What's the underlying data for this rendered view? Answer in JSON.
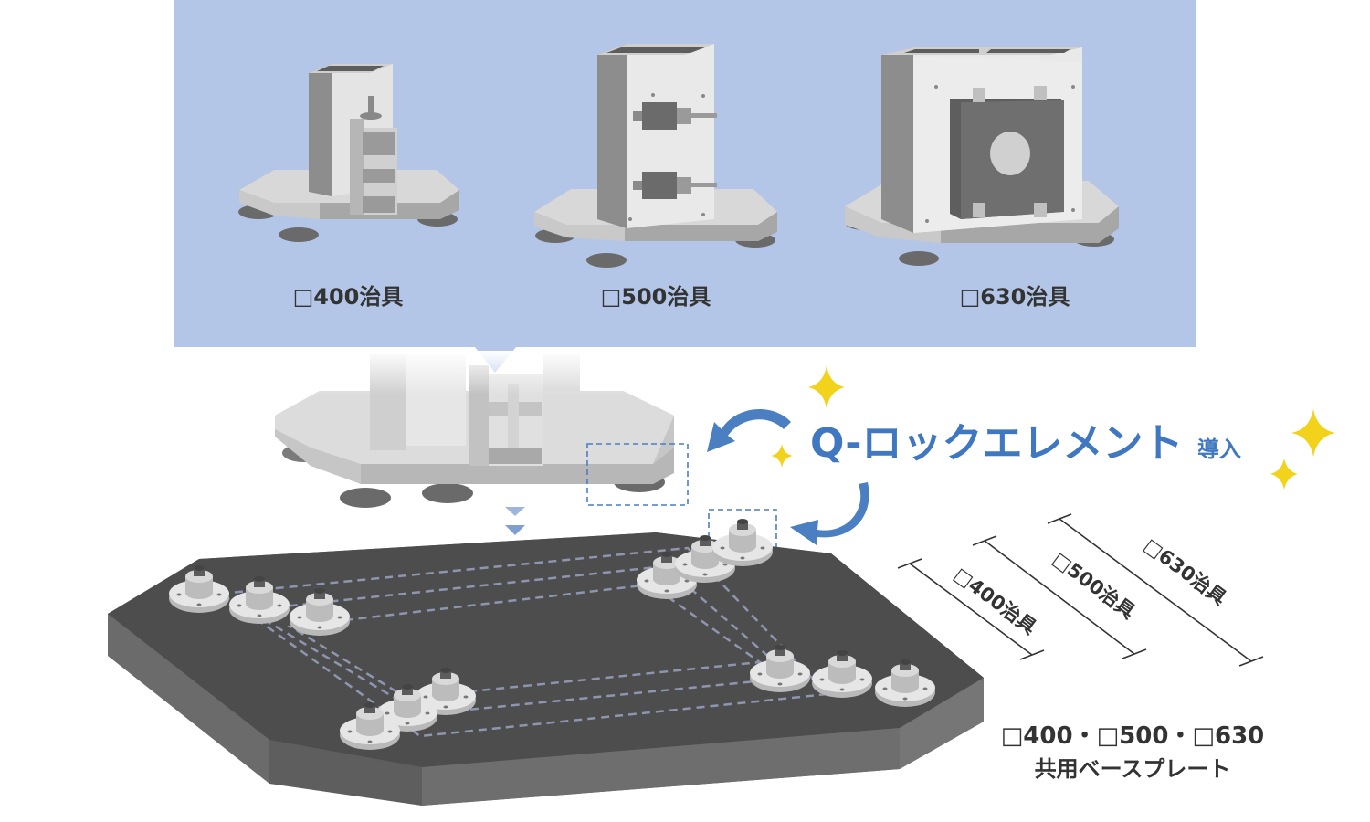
{
  "panel": {
    "fixtures": [
      {
        "label": "□400治具"
      },
      {
        "label": "□500治具"
      },
      {
        "label": "□630治具"
      }
    ]
  },
  "callout": {
    "title": "Q-ロックエレメント",
    "suffix": "導入"
  },
  "dimensions": [
    {
      "label": "□400治具"
    },
    {
      "label": "□500治具"
    },
    {
      "label": "□630治具"
    }
  ],
  "base_plate": {
    "line1": "□400・□500・□630",
    "line2": "共用ベースプレート"
  },
  "colors": {
    "panel_bg": "#b3c6e7",
    "accent_blue": "#4a7fc1",
    "sparkle_yellow": "#f2d21b",
    "plate_top": "#555555",
    "plate_side": "#666666",
    "dash_line": "#8e95ae",
    "label_text": "#333333"
  }
}
